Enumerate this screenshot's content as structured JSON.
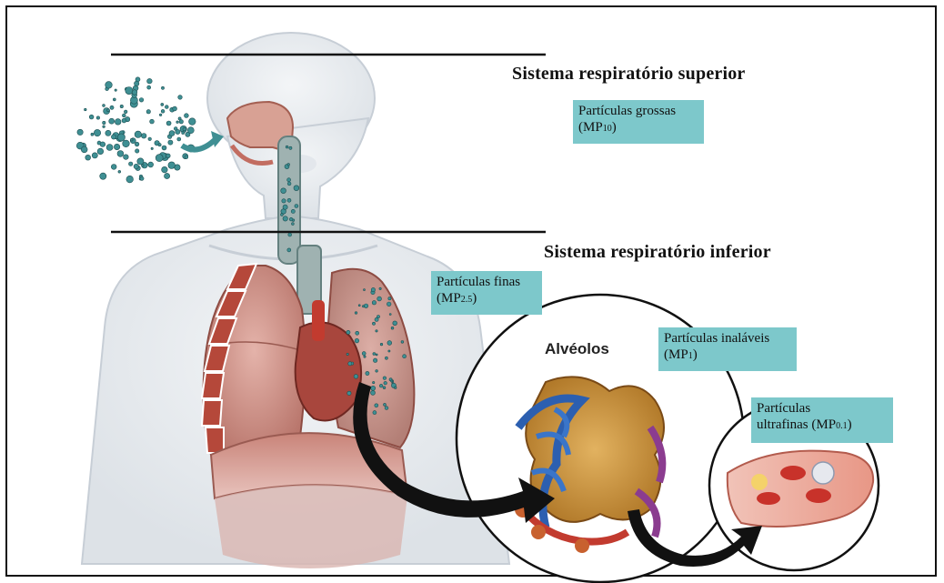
{
  "headings": {
    "upper": "Sistema respiratório superior",
    "lower": "Sistema respiratório inferior"
  },
  "alveoli_title": "Alvéolos",
  "labels": {
    "coarse": {
      "line1": "Partículas grossas",
      "prefix": "(MP",
      "size": "10",
      "suffix": ")"
    },
    "fine": {
      "line1": "Partículas finas",
      "prefix": "(MP",
      "size": "2.5",
      "suffix": ")"
    },
    "inhalable": {
      "line1": "Partículas inaláveis",
      "prefix": "(MP",
      "size": "1",
      "suffix": ")"
    },
    "ultrafine": {
      "line1": "Partículas",
      "line2_prefix": "ultrafinas (MP",
      "size": "0.1",
      "suffix": ")"
    }
  },
  "colors": {
    "label_bg": "#7dc8cb",
    "lung": "#c98a82",
    "rib": "#b5483a",
    "airway": "#8fa9a8",
    "particle": "#3f8f93",
    "vessel_blue": "#2c5fb0",
    "vessel_red": "#c23b2f",
    "arrow": "#111111"
  }
}
